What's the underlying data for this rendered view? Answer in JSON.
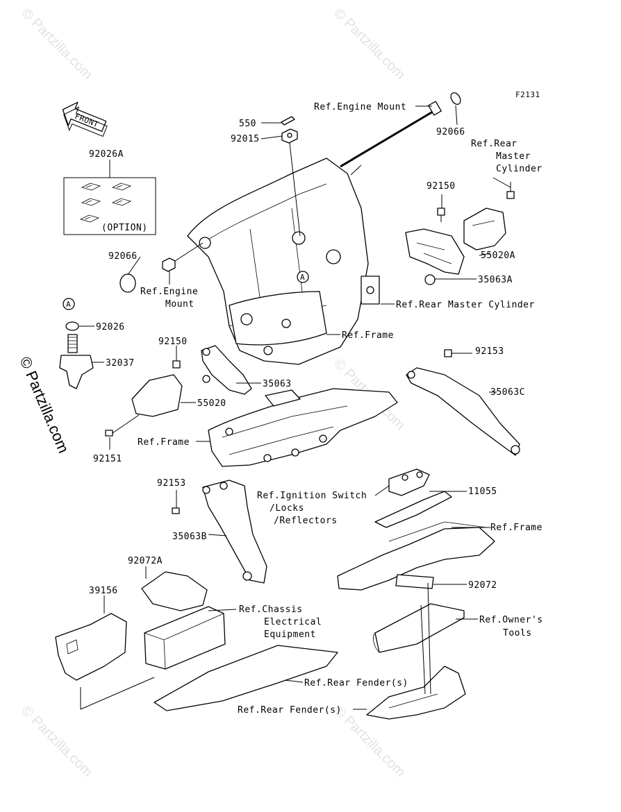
{
  "diagram_code": "F2131",
  "front_label": "FRONT",
  "option_label": "(OPTION)",
  "callout_a": "A",
  "watermark": "© Partzilla.com",
  "labels": {
    "p550": "550",
    "p92015": "92015",
    "ref_engine_mount_top": "Ref.Engine Mount",
    "p92066_top": "92066",
    "ref_rear_master_1": "Ref.Rear",
    "ref_rear_master_2": "Master",
    "ref_rear_master_3": "Cylinder",
    "p92026A": "92026A",
    "p92150_top": "92150",
    "p55020A": "55020A",
    "p92066_left": "92066",
    "ref_engine_mount_left_1": "Ref.Engine",
    "ref_engine_mount_left_2": "Mount",
    "p35063A": "35063A",
    "ref_rear_master_cylinder": "Ref.Rear Master Cylinder",
    "p92026": "92026",
    "ref_frame_mid": "Ref.Frame",
    "p92150_left": "92150",
    "p32037": "32037",
    "p92153_right": "92153",
    "p35063": "35063",
    "p35063C": "35063C",
    "p55020": "55020",
    "ref_frame_left": "Ref.Frame",
    "p92151": "92151",
    "p92153_left": "92153",
    "ref_ignition_1": "Ref.Ignition Switch",
    "ref_ignition_2": "/Locks",
    "ref_ignition_3": "/Reflectors",
    "p11055": "11055",
    "ref_frame_right": "Ref.Frame",
    "p35063B": "35063B",
    "p92072A": "92072A",
    "p92072": "92072",
    "p39156": "39156",
    "ref_chassis_1": "Ref.Chassis",
    "ref_chassis_2": "Electrical",
    "ref_chassis_3": "Equipment",
    "ref_owners_1": "Ref.Owner's",
    "ref_owners_2": "Tools",
    "ref_rear_fender_1": "Ref.Rear Fender(s)",
    "ref_rear_fender_2": "Ref.Rear Fender(s)"
  }
}
